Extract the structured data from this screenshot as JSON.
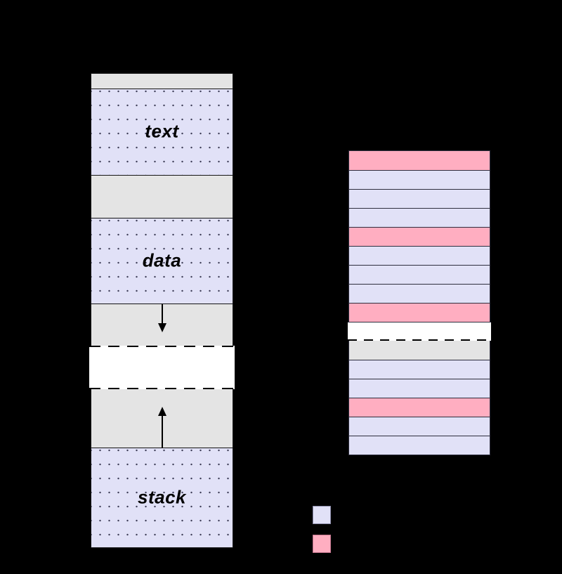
{
  "diagram": {
    "kind": "process-memory-layout",
    "background_color": "#000000"
  },
  "virtual_address_space": {
    "segments": [
      {
        "kind": "top-strip",
        "fill": "gray",
        "label": ""
      },
      {
        "kind": "text-segment",
        "fill": "lavender-dotted",
        "label": "text"
      },
      {
        "kind": "gap",
        "fill": "gray",
        "label": ""
      },
      {
        "kind": "data-segment",
        "fill": "lavender-dotted",
        "label": "data"
      },
      {
        "kind": "heap-growth-area",
        "fill": "gray",
        "label": "",
        "icon": "down-arrow-icon"
      },
      {
        "kind": "unallocated-hole",
        "fill": "white-dashed",
        "label": ""
      },
      {
        "kind": "stack-growth-area",
        "fill": "gray",
        "label": "",
        "icon": "up-arrow-icon"
      },
      {
        "kind": "stack-segment",
        "fill": "lavender-dotted",
        "label": "stack"
      }
    ]
  },
  "physical_memory": {
    "page_frames": [
      "pink",
      "lavender",
      "lavender",
      "lavender",
      "pink",
      "lavender",
      "lavender",
      "lavender",
      "pink",
      "white-dashed",
      "gray",
      "lavender",
      "lavender",
      "pink",
      "lavender",
      "lavender"
    ]
  },
  "legend": {
    "items": [
      {
        "swatch_color": "lavender"
      },
      {
        "swatch_color": "pink"
      }
    ]
  },
  "colors": {
    "lavender": "#e1e1f7",
    "pink": "#ffaec1",
    "gray": "#e4e4e4",
    "white": "#ffffff",
    "row-border": "#2e2e3e",
    "segment-border": "#141414",
    "dot": "#3c3c55",
    "legend-lav-border": "#8a8aa8",
    "legend-pink-border": "#c2758d"
  }
}
